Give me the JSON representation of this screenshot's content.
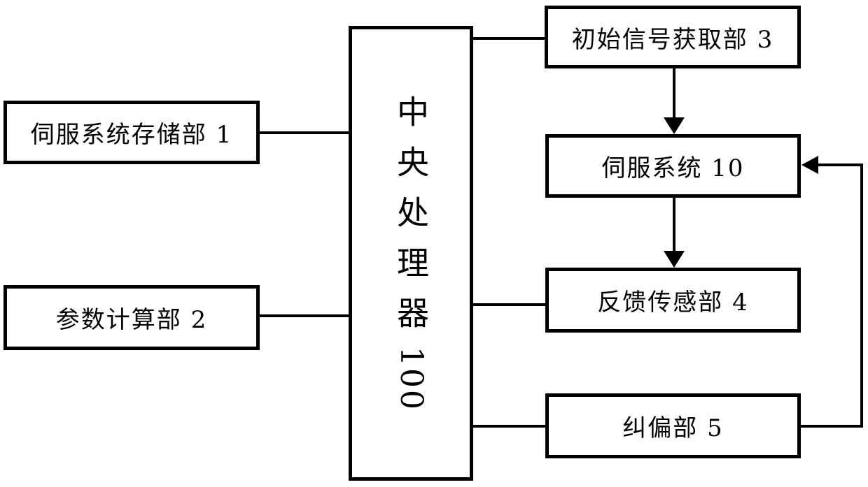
{
  "colors": {
    "line": "#000000",
    "background": "#ffffff"
  },
  "boxes": {
    "servo_storage": {
      "label": "伺服系统存储部 1"
    },
    "param_calc": {
      "label": "参数计算部 2"
    },
    "cpu": {
      "title": "中央处理器",
      "number": "100"
    },
    "initial_signal": {
      "label": "初始信号获取部 3"
    },
    "servo_system": {
      "label": "伺服系统 10"
    },
    "feedback_sensor": {
      "label": "反馈传感部 4"
    },
    "correction": {
      "label": "纠偏部 5"
    }
  }
}
